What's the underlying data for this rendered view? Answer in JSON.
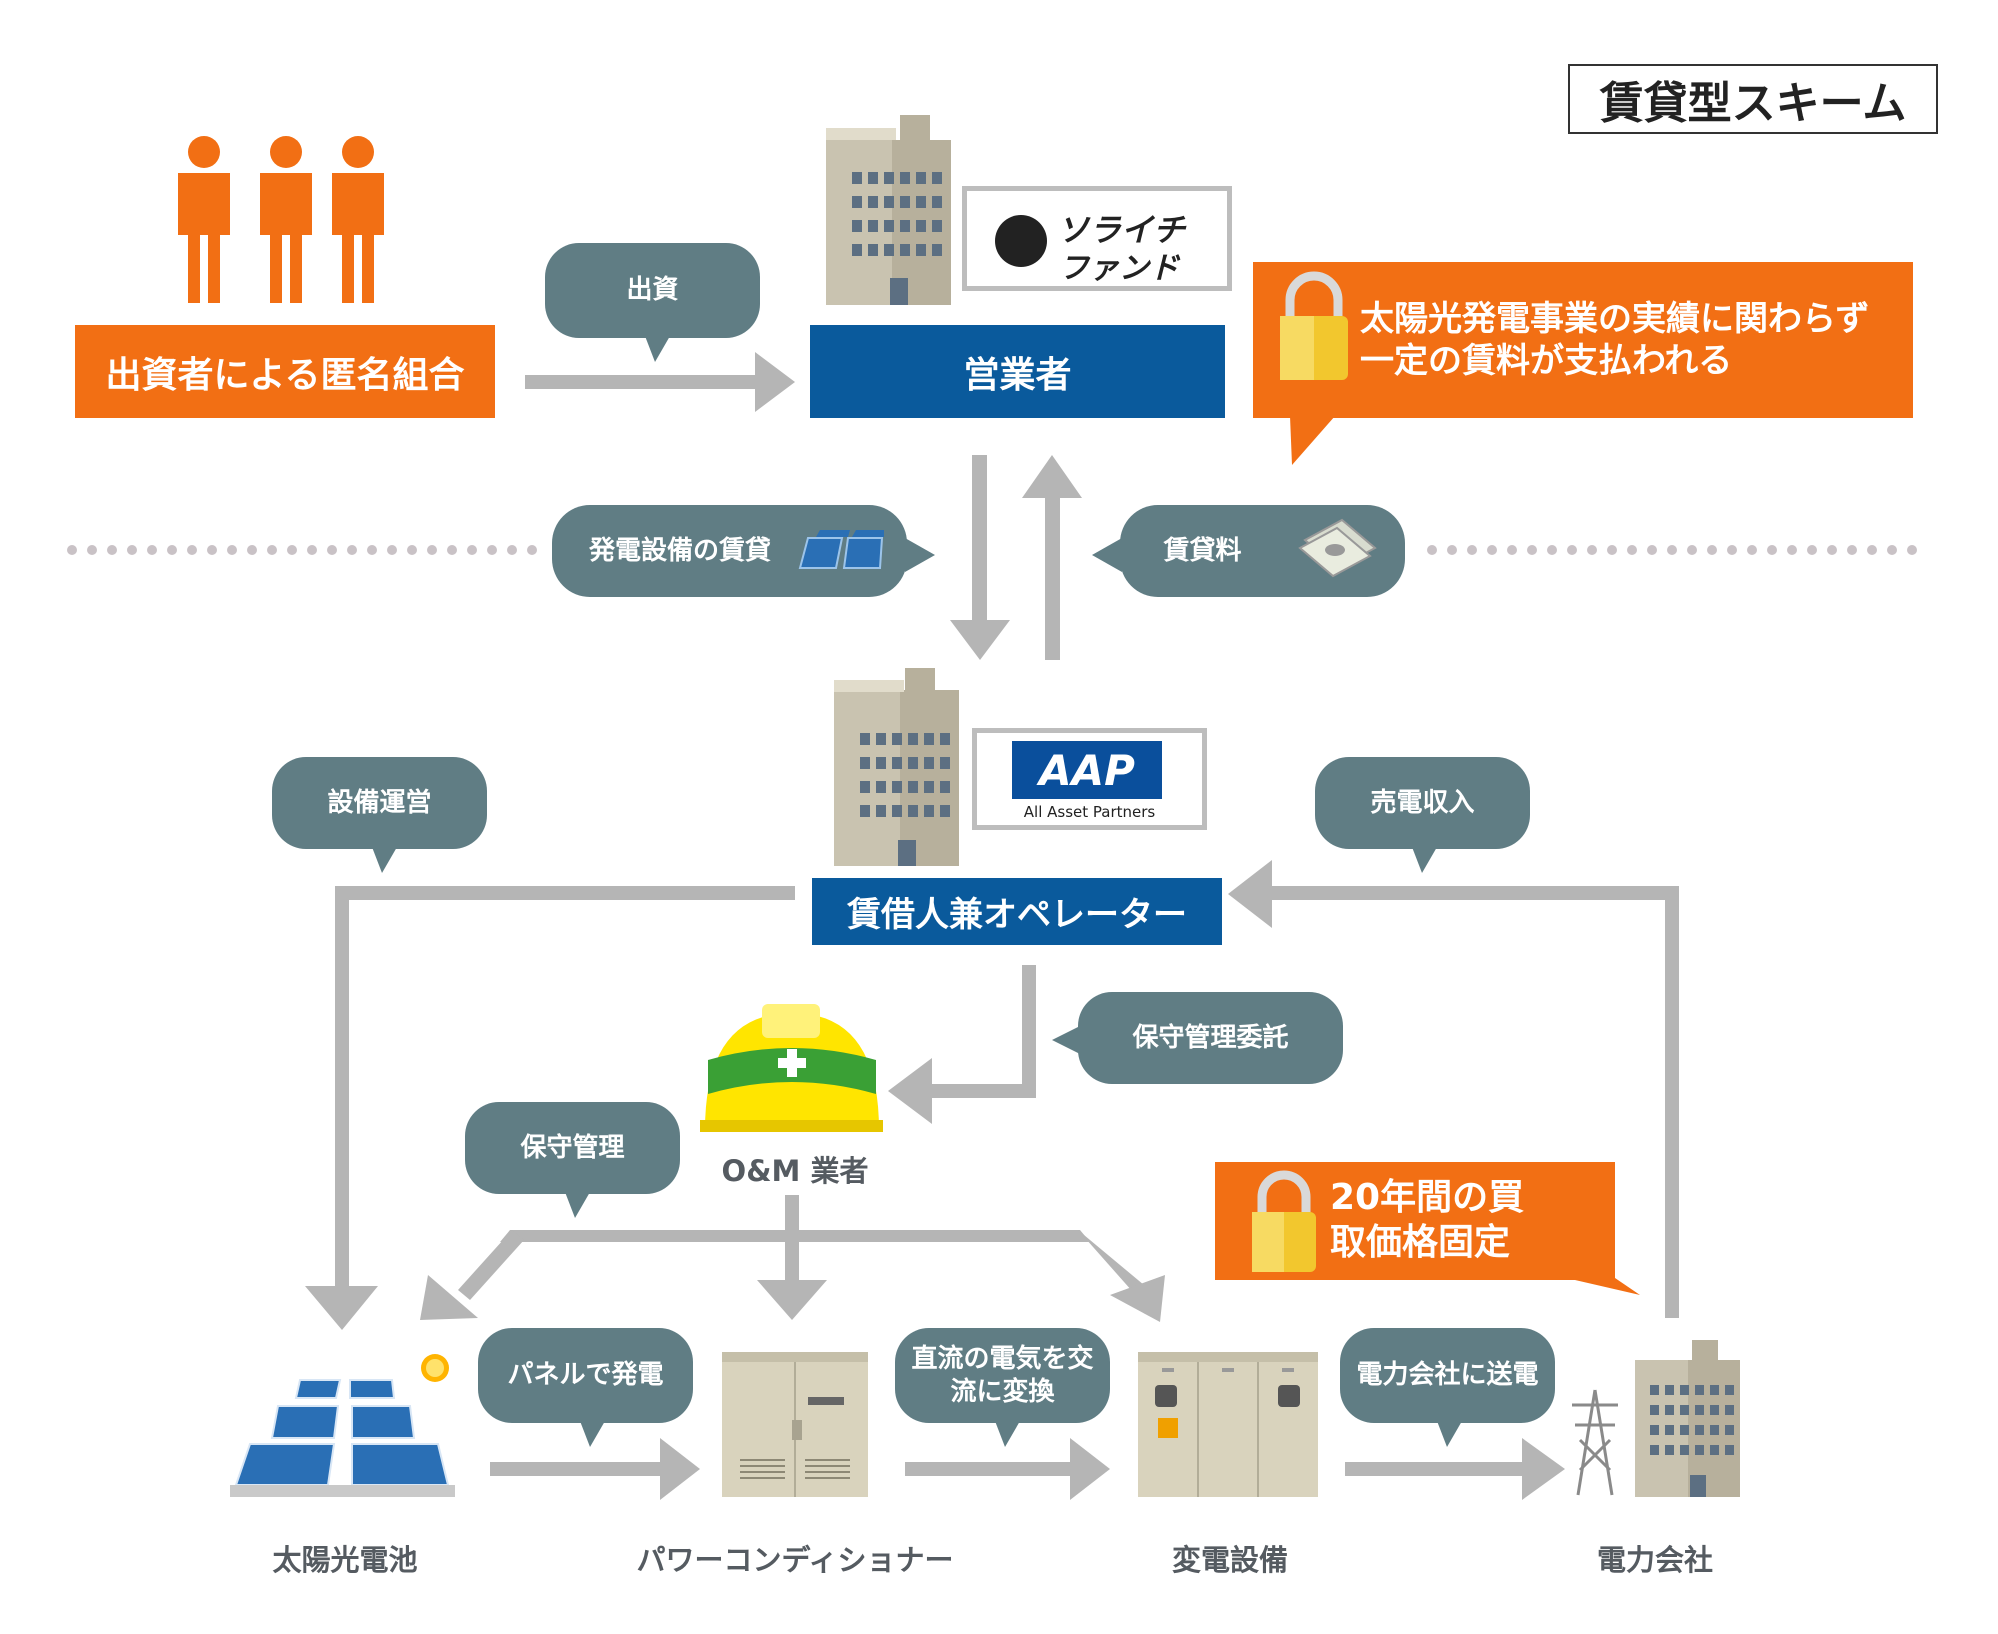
{
  "title": "賃貸型スキーム",
  "investors": {
    "label": "出資者による匿名組合"
  },
  "operator_top": {
    "label": "営業者",
    "logo_text_1": "ソライチ",
    "logo_text_2": "ファンド"
  },
  "operator_mid": {
    "label": "賃借人兼オペレーター",
    "logo_text": "AAP",
    "logo_sub": "All Asset Partners"
  },
  "callouts": {
    "fixed_fee": "太陽光発電事業の実績に関わらず一定の賃料が支払われる",
    "fixed_price": "20年間の買取価格固定"
  },
  "bubbles": {
    "investment": "出資",
    "lease_equipment": "発電設備の賃貸",
    "rent": "賃貸料",
    "operation": "設備運営",
    "sales_income": "売電収入",
    "maintenance_contract": "保守管理委託",
    "maintenance": "保守管理",
    "panel_generation": "パネルで発電",
    "dc_to_ac": "直流の電気を交流に変換",
    "transmission": "電力会社に送電"
  },
  "om": {
    "label": "O&M 業者"
  },
  "bottom_labels": [
    "太陽光電池",
    "パワーコンディショナー",
    "変電設備",
    "電力会社"
  ],
  "colors": {
    "orange": "#f26f14",
    "navy": "#0a5a9c",
    "slate": "#607d84",
    "arrow": "#b5b5b5"
  }
}
